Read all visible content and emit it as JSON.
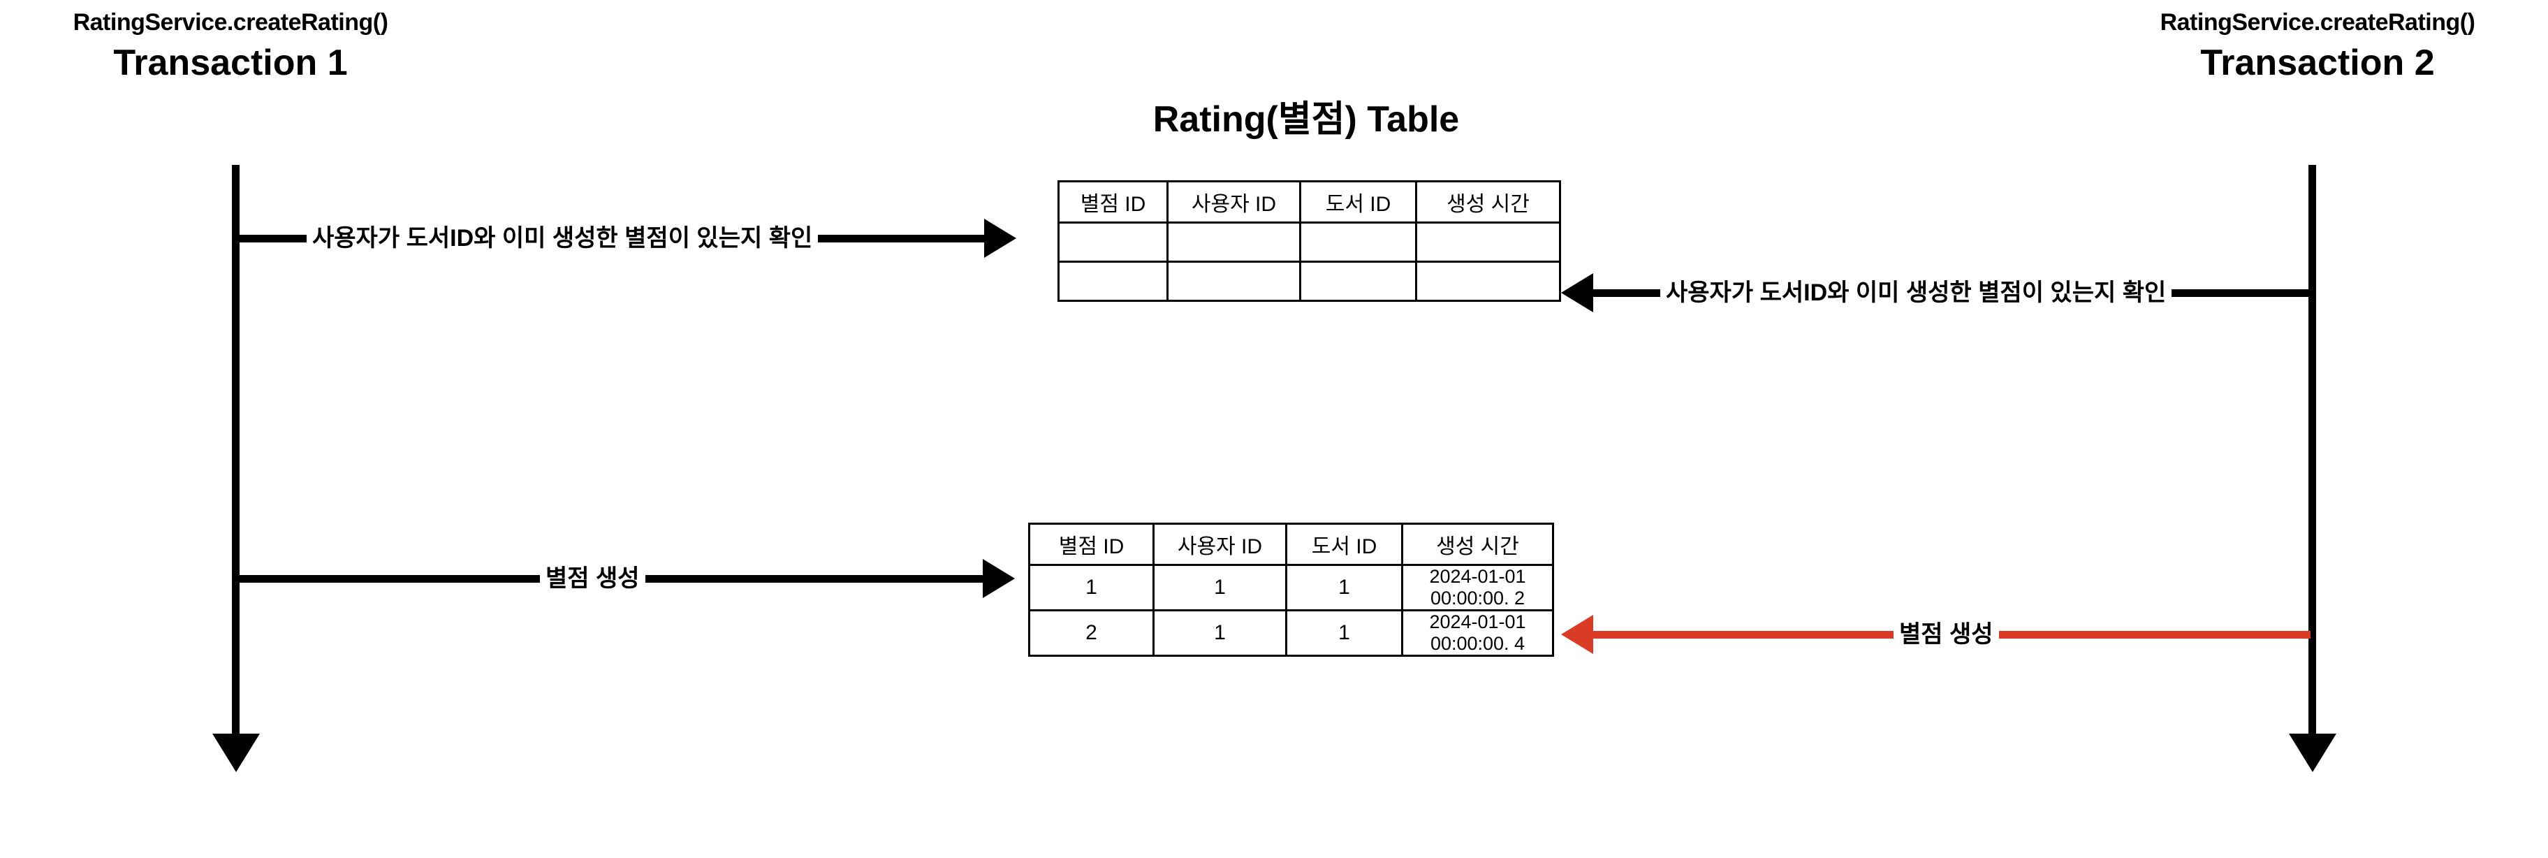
{
  "colors": {
    "accent_red": "#D93B26",
    "line_black": "#000000",
    "background": "#FFFFFF"
  },
  "left_actor": {
    "method": "RatingService.createRating()",
    "name": "Transaction 1"
  },
  "right_actor": {
    "method": "RatingService.createRating()",
    "name": "Transaction 2"
  },
  "center": {
    "title": "Rating(별점) Table"
  },
  "messages": {
    "left_check": "사용자가 도서ID와 이미 생성한 별점이 있는지 확인",
    "right_check": "사용자가 도서ID와 이미 생성한 별점이 있는지 확인",
    "left_create": "별점 생성",
    "right_create": "별점 생성"
  },
  "table_empty": {
    "headers": [
      "별점 ID",
      "사용자 ID",
      "도서 ID",
      "생성 시간"
    ],
    "rows": [
      [
        "",
        "",
        "",
        ""
      ],
      [
        "",
        "",
        "",
        ""
      ]
    ]
  },
  "table_filled": {
    "headers": [
      "별점 ID",
      "사용자 ID",
      "도서 ID",
      "생성 시간"
    ],
    "rows": [
      [
        "1",
        "1",
        "1",
        "2024-01-01\n00:00:00. 2"
      ],
      [
        "2",
        "1",
        "1",
        "2024-01-01\n00:00:00. 4"
      ]
    ]
  }
}
